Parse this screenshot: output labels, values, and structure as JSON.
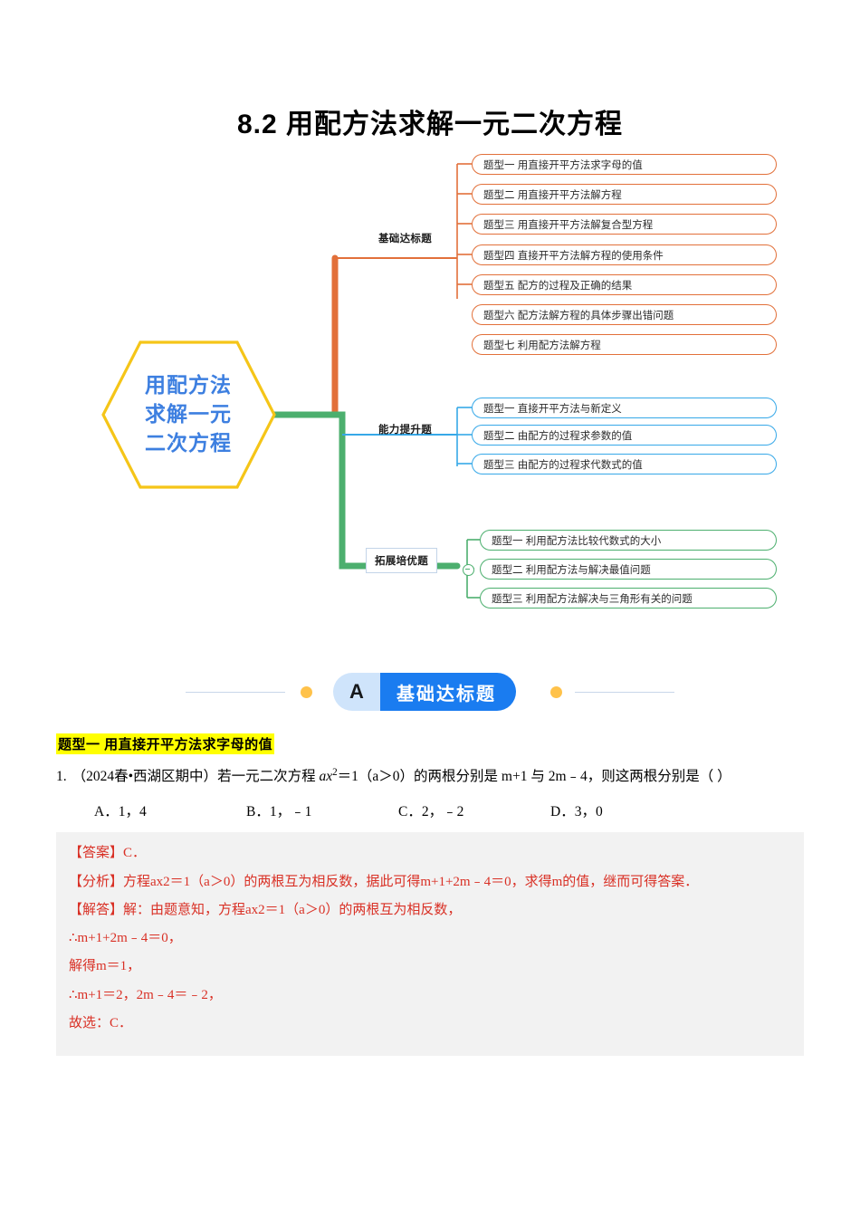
{
  "document": {
    "title": "8.2  用配方法求解一元二次方程"
  },
  "mindmap": {
    "center": {
      "lines": [
        "用配方法",
        "求解一元",
        "二次方程"
      ],
      "border_color": "#f5c518",
      "text_color": "#3d7fe0"
    },
    "branches": [
      {
        "label": "基础达标题",
        "color": "#e2703a",
        "leaves": [
          "题型一 用直接开平方法求字母的值",
          "题型二 用直接开平方法解方程",
          "题型三 用直接开平方法解复合型方程",
          "题型四 直接开平方法解方程的使用条件",
          "题型五 配方的过程及正确的结果",
          "题型六  配方法解方程的具体步骤出错问题",
          "题型七 利用配方法解方程"
        ]
      },
      {
        "label": "能力提升题",
        "color": "#36a8e8",
        "leaves": [
          "题型一 直接开平方法与新定义",
          "题型二 由配方的过程求参数的值",
          "题型三 由配方的过程求代数式的值"
        ]
      },
      {
        "label": "拓展培优题",
        "color": "#4caf6e",
        "leaves": [
          "题型一 利用配方法比较代数式的大小",
          "题型二 利用配方法与解决最值问题",
          "题型三 利用配方法解决与三角形有关的问题"
        ]
      }
    ]
  },
  "section_badge": {
    "letter": "A",
    "label": "基础达标题",
    "letter_bg": "#cfe4fb",
    "label_bg": "#1a7cf0",
    "dot_color": "#ffc24a"
  },
  "section": {
    "qtype_heading": "题型一  用直接开平方法求字母的值",
    "highlight_color": "#ffff00"
  },
  "question": {
    "number": "1.",
    "source": "（2024春•西湖区期中）",
    "stem_part1": "若一元二次方程 ",
    "equation": "ax",
    "exponent": "2",
    "stem_part2": "＝1（a＞0）的两根分别是 m+1 与 2m﹣4，则这两根分别是（",
    "stem_part3": "）",
    "options": [
      "A．1，4",
      "B．1，﹣1",
      "C．2，﹣2",
      "D．3，0"
    ]
  },
  "answer": {
    "text_color": "#d93025",
    "background": "#f2f2f2",
    "lines": [
      "【答案】C．",
      "【分析】方程ax2＝1（a＞0）的两根互为相反数，据此可得m+1+2m﹣4＝0，求得m的值，继而可得答案．",
      "【解答】解：由题意知，方程ax2＝1（a＞0）的两根互为相反数，",
      "∴m+1+2m﹣4＝0，",
      "解得m＝1，",
      "∴m+1＝2，2m﹣4＝﹣2，",
      "故选：C．"
    ]
  }
}
